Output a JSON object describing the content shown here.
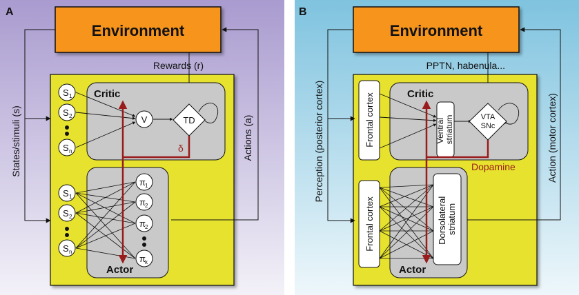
{
  "panel_a": {
    "letter": "A",
    "environment": "Environment",
    "rewards": "Rewards (r)",
    "states": "States/stimuli (s)",
    "actions": "Actions (a)",
    "critic": "Critic",
    "actor": "Actor",
    "value": "V",
    "td": "TD",
    "delta": "δ",
    "s_main": "S",
    "s_subs": [
      "1",
      "2",
      "n"
    ],
    "pi_main": "π",
    "pi_subs": [
      "1",
      "2",
      "2",
      "k"
    ]
  },
  "panel_b": {
    "letter": "B",
    "environment": "Environment",
    "pptn": "PPTN, habenula...",
    "perception": "Perception (posterior cortex)",
    "action": "Action (motor cortex)",
    "critic": "Critic",
    "actor": "Actor",
    "frontal_critic": "Frontal cortex",
    "frontal_actor": "Frontal cortex",
    "ventral": [
      "Ventral",
      "striatum"
    ],
    "dorsolateral": [
      "Dorsolateral",
      "striatum"
    ],
    "vta": [
      "VTA",
      "SNc"
    ],
    "dopamine": "Dopamine"
  },
  "colors": {
    "panel_a_bg_top": "#a99bcf",
    "panel_a_bg_bottom": "#f3f1f8",
    "panel_b_bg_top": "#7fc3df",
    "panel_b_bg_bottom": "#eef7fb",
    "environment": "#f7941d",
    "yellow": "#e6e22e",
    "gray_box": "#c9c9c9",
    "red": "#9a1b1b"
  }
}
